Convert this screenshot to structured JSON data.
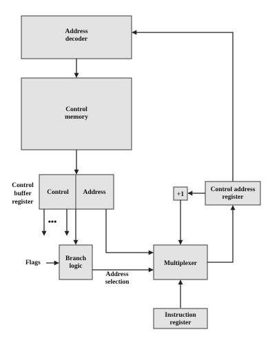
{
  "diagram": {
    "address_decoder": {
      "line1": "Address",
      "line2": "decoder"
    },
    "control_memory": {
      "line1": "Control",
      "line2": "memory"
    },
    "control_buffer_register_label": {
      "line1": "Control",
      "line2": "buffer",
      "line3": "register"
    },
    "cbr_control_field": "Control",
    "cbr_address_field": "Address",
    "plus_one": "+1",
    "control_address_register": {
      "line1": "Control address",
      "line2": "register"
    },
    "branch_logic": {
      "line1": "Branch",
      "line2": "logic"
    },
    "multiplexer": "Multiplexer",
    "instruction_register": {
      "line1": "Instruction",
      "line2": "register"
    },
    "flags_label": "Flags",
    "address_selection_label": {
      "line1": "Address",
      "line2": "selection"
    },
    "ellipsis": "•••"
  }
}
